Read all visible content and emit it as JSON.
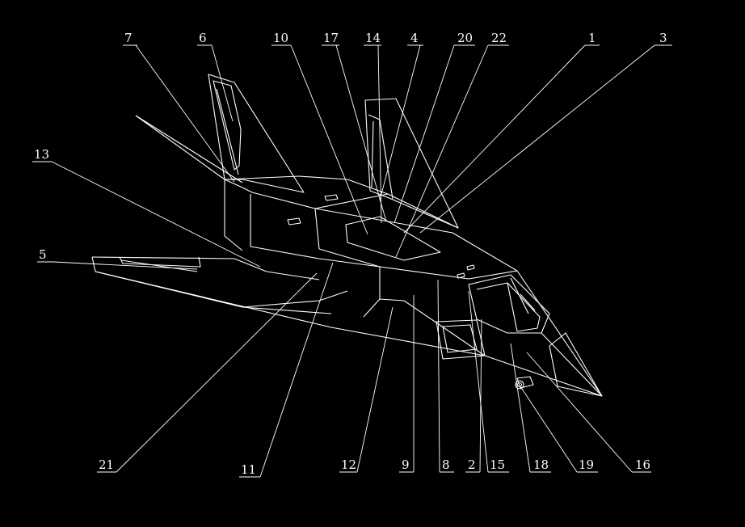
{
  "figure": {
    "subject": "stealth aircraft line drawing with numbered leader callouts",
    "line_color": "#ffffff",
    "background_color": "#000000"
  },
  "callouts": {
    "c7": "7",
    "c6": "6",
    "c10": "10",
    "c17": "17",
    "c14": "14",
    "c4": "4",
    "c20": "20",
    "c22": "22",
    "c1": "1",
    "c3": "3",
    "c13": "13",
    "c5": "5",
    "c21": "21",
    "c11": "11",
    "c12": "12",
    "c9": "9",
    "c8": "8",
    "c2": "2",
    "c15": "15",
    "c18": "18",
    "c19": "19",
    "c16": "16"
  }
}
